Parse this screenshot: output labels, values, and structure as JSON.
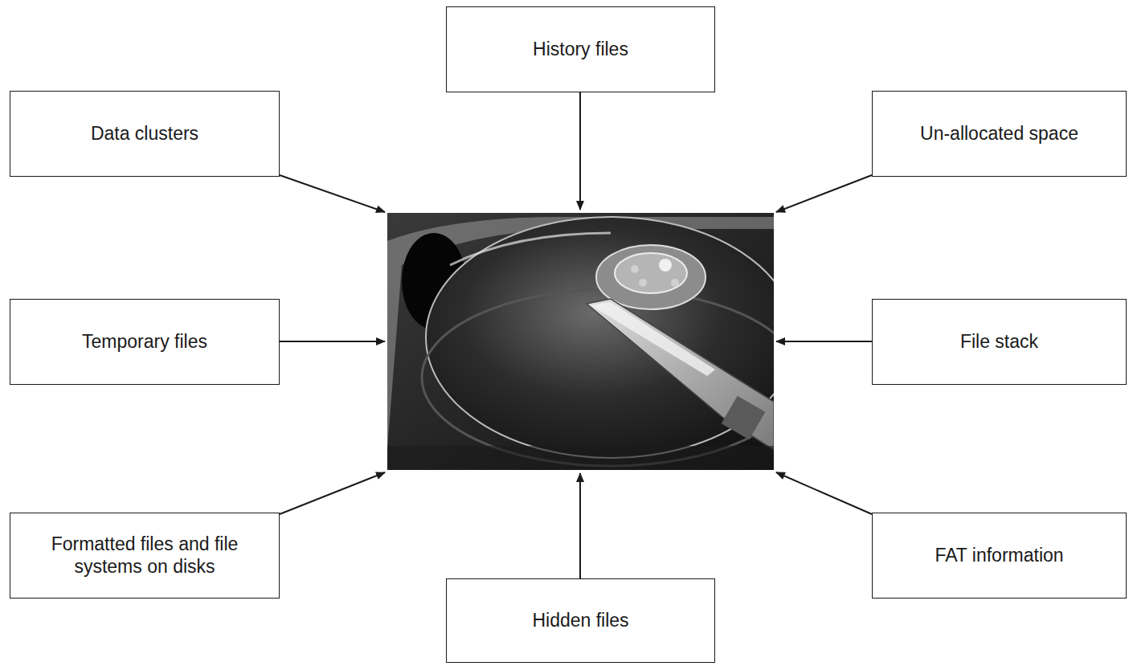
{
  "diagram": {
    "nodes": [
      {
        "text": [
          "History files"
        ]
      },
      {
        "text": [
          "Data clusters"
        ]
      },
      {
        "text": [
          "Un-allocated space"
        ]
      },
      {
        "text": [
          "Temporary files"
        ]
      },
      {
        "text": [
          "File stack"
        ]
      },
      {
        "text": [
          "Formatted files and file systems on disks"
        ]
      },
      {
        "text": [
          "FAT information"
        ]
      },
      {
        "text": [
          "Hidden files"
        ]
      }
    ]
  }
}
